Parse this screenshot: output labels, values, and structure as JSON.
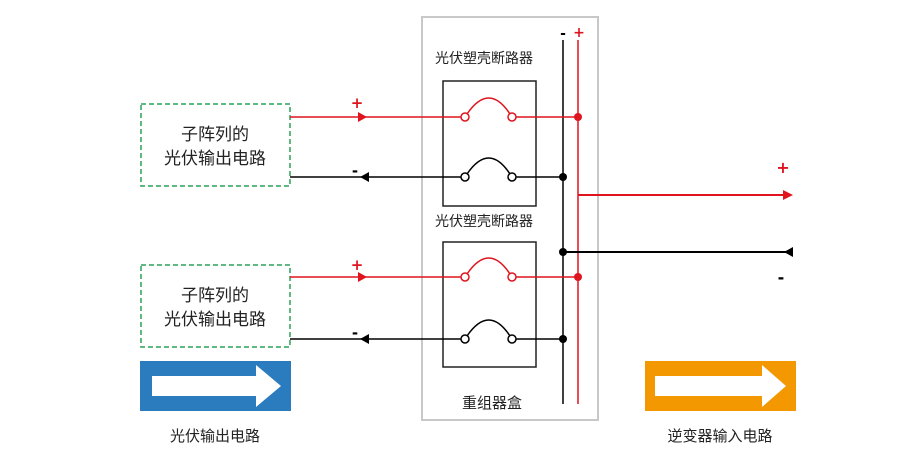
{
  "colors": {
    "positive": "#e0141e",
    "negative": "#000000",
    "box_border": "#c8c8c8",
    "subarray_border": "#2ca05a",
    "pv_legend": "#2b7bbf",
    "inverter_legend": "#f39800"
  },
  "subarrays": [
    {
      "label_line1": "子阵列的",
      "label_line2": "光伏输出电路",
      "plus": "+",
      "minus": "-"
    },
    {
      "label_line1": "子阵列的",
      "label_line2": "光伏输出电路",
      "plus": "+",
      "minus": "-"
    }
  ],
  "combiner_box": {
    "label": "重组器盒",
    "breaker_labels": [
      "光伏塑壳断路器",
      "光伏塑壳断路器"
    ],
    "bus_minus": "-",
    "bus_plus": "+"
  },
  "output": {
    "plus": "+",
    "minus": "-"
  },
  "legend": {
    "pv_output": "光伏输出电路",
    "inverter_input": "逆变器输入电路"
  }
}
